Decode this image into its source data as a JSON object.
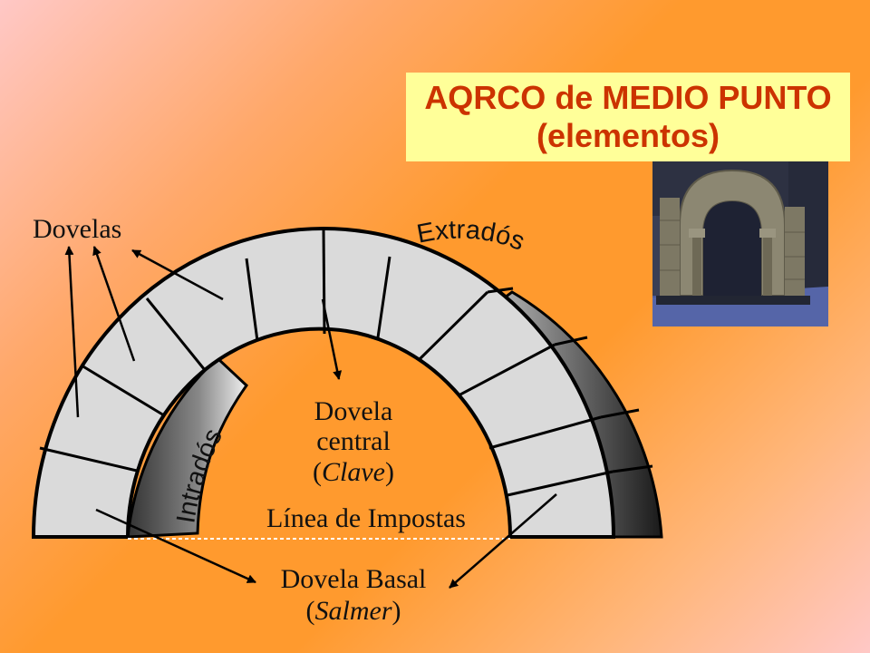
{
  "title": {
    "line1": "AQRCO de MEDIO PUNTO",
    "line2": "(elementos)"
  },
  "labels": {
    "dovelas": "Dovelas",
    "extrados": "Extradós",
    "intrados": "Intradós",
    "dovela_central_1": "Dovela",
    "dovela_central_2": "central",
    "clave_open": "(",
    "clave": "Clave",
    "clave_close": ")",
    "linea_impostas": "Línea de Impostas",
    "dovela_basal": "Dovela Basal",
    "salmer_open": "(",
    "salmer": "Salmer",
    "salmer_close": ")"
  },
  "colors": {
    "title_bg": "#ffff99",
    "title_text": "#cc3300",
    "voussoir_fill": "#dadada"
  },
  "photo": {
    "icon": "romanesque-arch-photo"
  }
}
